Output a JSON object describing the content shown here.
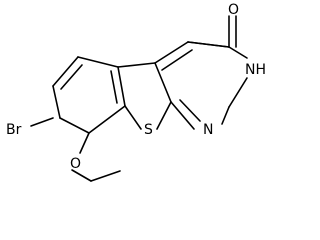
{
  "structure": {
    "atoms": {
      "oxygen_carbonyl": "O",
      "nh": "NH",
      "nitrogen": "N",
      "sulfur": "S",
      "bromine": "Br",
      "oxygen_ether": "O"
    },
    "colors": {
      "bond": "#000000",
      "label": "#000000",
      "background": "#ffffff"
    }
  }
}
